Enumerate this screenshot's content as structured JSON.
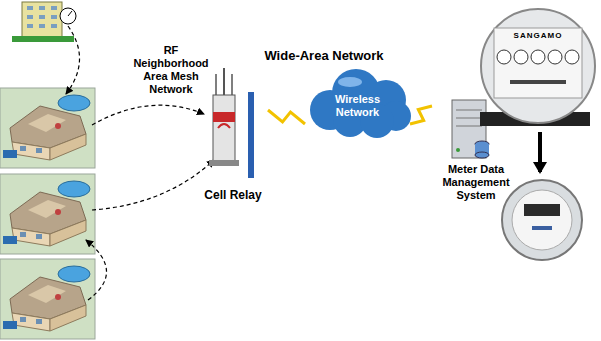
{
  "diagram": {
    "nodes": [
      {
        "text": [
          "Cell Relay"
        ]
      },
      {
        "text": [
          "Wireless Network"
        ]
      },
      {
        "text": [
          "Meter Data Management System"
        ]
      }
    ],
    "edges": [
      {
        "from": 0,
        "to": 1,
        "arrow": "none"
      },
      {
        "from": 1,
        "to": 2,
        "arrow": "none"
      }
    ],
    "labels": [
      "RF Neighborhood Area Mesh Network",
      "Wide-Area Network",
      "SANGAMO"
    ]
  }
}
